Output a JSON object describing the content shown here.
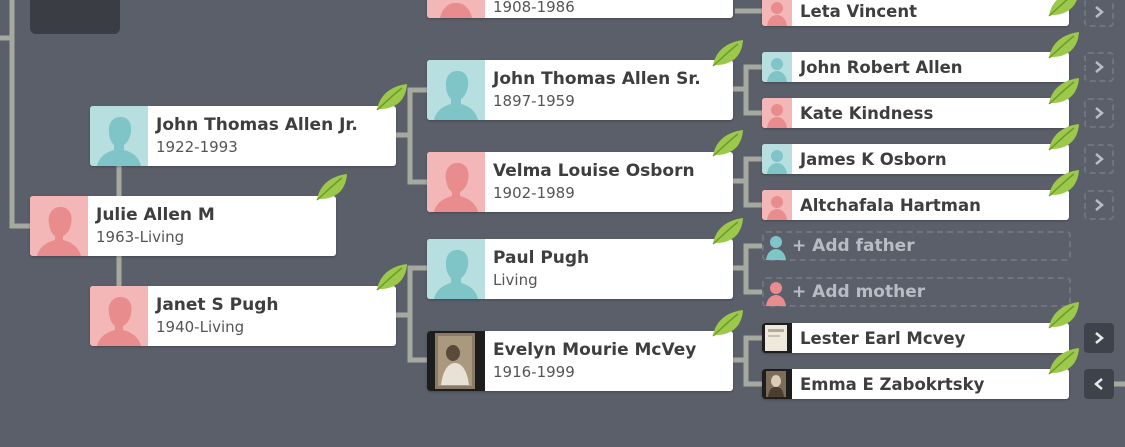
{
  "people": {
    "root": {
      "name": "Julie Allen M",
      "dates": "1963-Living"
    },
    "father": {
      "name": "John Thomas Allen Jr.",
      "dates": "1922-1993"
    },
    "mother": {
      "name": "Janet S Pugh",
      "dates": "1940-Living"
    },
    "pat_gf": {
      "name": "John Thomas Allen Sr.",
      "dates": "1897-1959"
    },
    "pat_gm": {
      "name": "Velma Louise Osborn",
      "dates": "1902-1989"
    },
    "mat_gf": {
      "name": "Paul Pugh",
      "dates": "Living"
    },
    "mat_gm": {
      "name": "Evelyn Mourie McVey",
      "dates": "1916-1999"
    },
    "top_partial": {
      "dates": "1908-1986"
    },
    "leta": {
      "name": "Leta Vincent"
    },
    "jra": {
      "name": "John Robert Allen"
    },
    "kate": {
      "name": "Kate Kindness"
    },
    "jko": {
      "name": "James K Osborn"
    },
    "alt": {
      "name": "Altchafala Hartman"
    },
    "lester": {
      "name": "Lester Earl Mcvey"
    },
    "emma": {
      "name": "Emma E Zabokrtsky"
    }
  },
  "add": {
    "father": "+ Add father",
    "mother": "+ Add mother"
  },
  "icons": {
    "leaf": "leaf-hint-icon",
    "next": "chevron-right-icon",
    "prev": "chevron-left-icon"
  },
  "colors": {
    "background": "#5b5f6a",
    "male": "#b7dfe0",
    "female": "#f4b7b7",
    "leaf": "#9cc84b",
    "connector": "#a6a9a0"
  }
}
